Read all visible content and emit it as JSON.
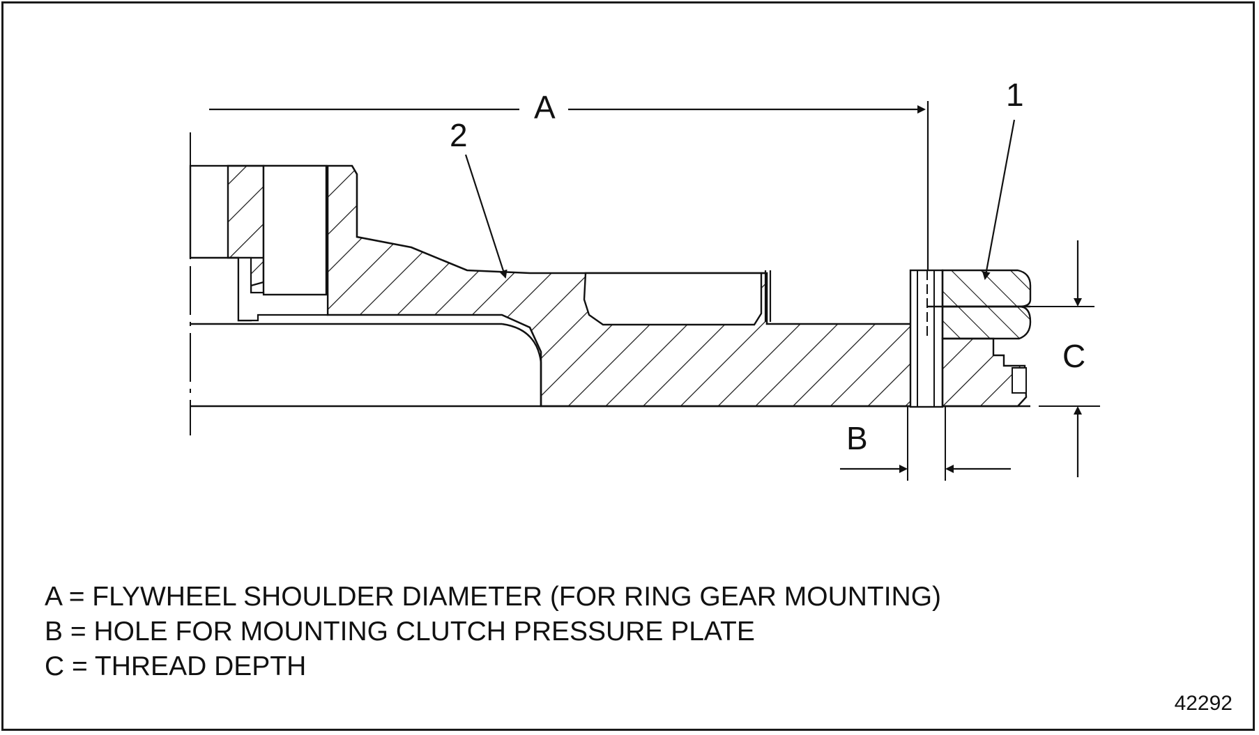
{
  "callouts": {
    "a": "A",
    "b": "B",
    "c": "C",
    "item_1": "1",
    "item_2": "2"
  },
  "legend": [
    "A = FLYWHEEL SHOULDER DIAMETER (FOR RING GEAR MOUNTING)",
    "B = HOLE FOR MOUNTING CLUTCH PRESSURE PLATE",
    "C = THREAD DEPTH"
  ],
  "figure_id": "42292",
  "colors": {
    "line": "#111111",
    "background": "#ffffff"
  }
}
